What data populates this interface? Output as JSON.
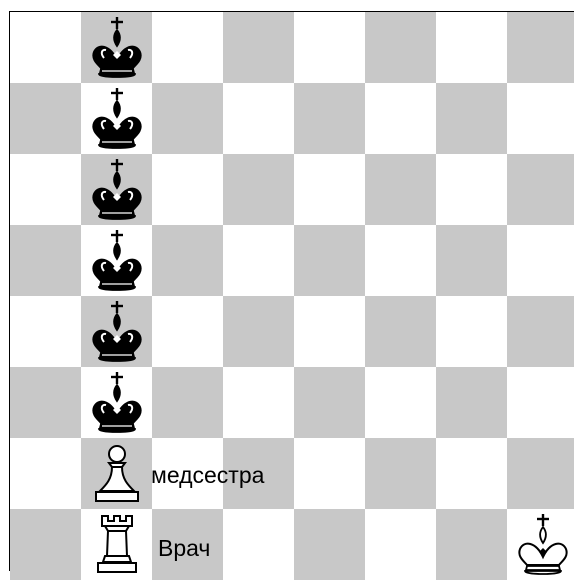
{
  "board": {
    "files": 8,
    "ranks": 8,
    "colors": {
      "light": "#ffffff",
      "dark": "#c8c8c8"
    },
    "pieces": [
      {
        "file": 1,
        "rank": 0,
        "type": "king",
        "color": "black"
      },
      {
        "file": 1,
        "rank": 1,
        "type": "king",
        "color": "black"
      },
      {
        "file": 1,
        "rank": 2,
        "type": "king",
        "color": "black"
      },
      {
        "file": 1,
        "rank": 3,
        "type": "king",
        "color": "black"
      },
      {
        "file": 1,
        "rank": 4,
        "type": "king",
        "color": "black"
      },
      {
        "file": 1,
        "rank": 5,
        "type": "king",
        "color": "black"
      },
      {
        "file": 1,
        "rank": 6,
        "type": "pawn",
        "color": "white"
      },
      {
        "file": 1,
        "rank": 7,
        "type": "rook",
        "color": "white"
      },
      {
        "file": 7,
        "rank": 7,
        "type": "king",
        "color": "white"
      }
    ]
  },
  "labels": {
    "pawn_label": "медсестра",
    "rook_label": "Врач"
  }
}
